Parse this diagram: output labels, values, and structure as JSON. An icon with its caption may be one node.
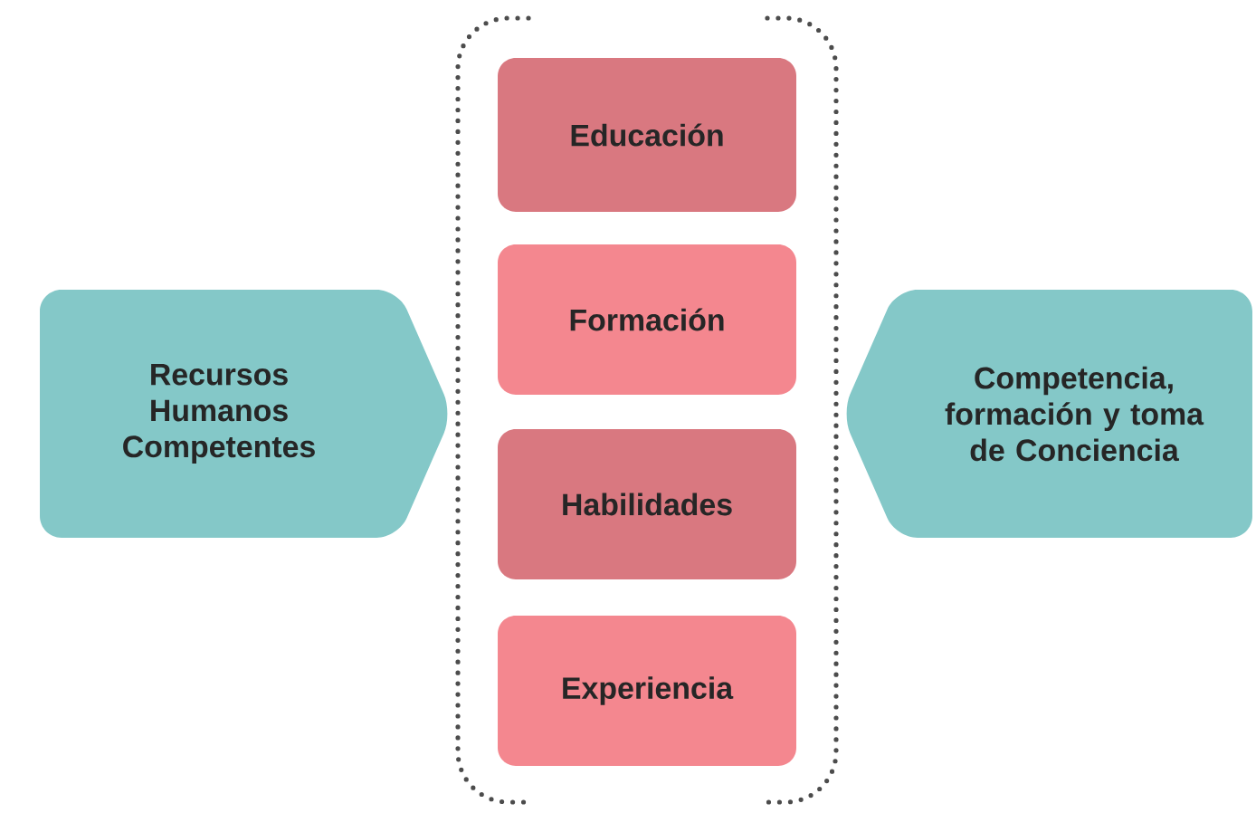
{
  "diagram": {
    "nodes": [
      {
        "text": [
          "Recursos Humanos Competentes"
        ]
      },
      {
        "text": [
          "Educación"
        ]
      },
      {
        "text": [
          "Formación"
        ]
      },
      {
        "text": [
          "Habilidades"
        ]
      },
      {
        "text": [
          "Experiencia"
        ]
      },
      {
        "text": [
          "Competencia, formación y toma de Conciencia"
        ]
      }
    ]
  }
}
